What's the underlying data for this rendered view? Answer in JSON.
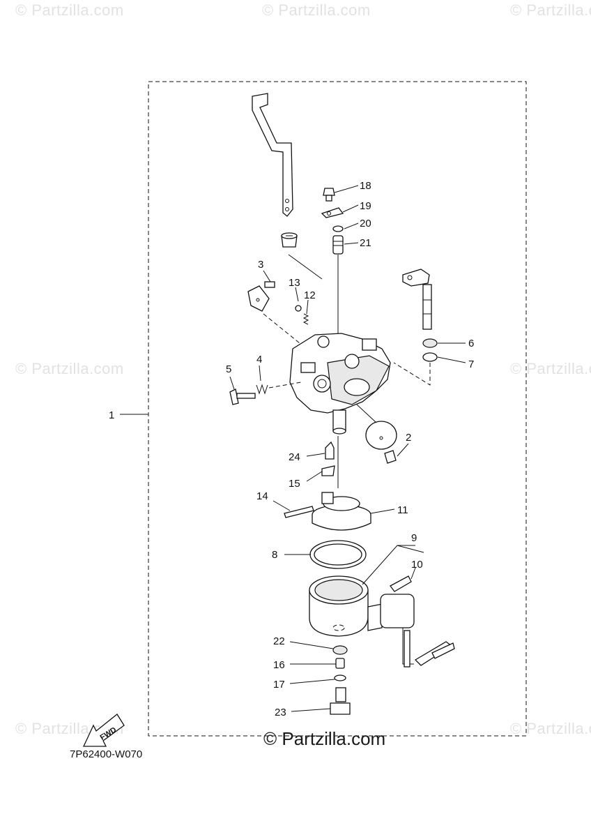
{
  "watermarks": {
    "text": "© Partzilla.com"
  },
  "center_watermark": "© Partzilla.com",
  "diagram_code": "7P62400-W070",
  "fwd_label": "FWD",
  "callouts": {
    "c1": "1",
    "c2": "2",
    "c3": "3",
    "c4": "4",
    "c5": "5",
    "c6": "6",
    "c7": "7",
    "c8": "8",
    "c9": "9",
    "c10": "10",
    "c11": "11",
    "c12": "12",
    "c13": "13",
    "c14": "14",
    "c15": "15",
    "c16": "16",
    "c17": "17",
    "c18": "18",
    "c19": "19",
    "c20": "20",
    "c21": "21",
    "c22": "22",
    "c23": "23",
    "c24": "24"
  }
}
